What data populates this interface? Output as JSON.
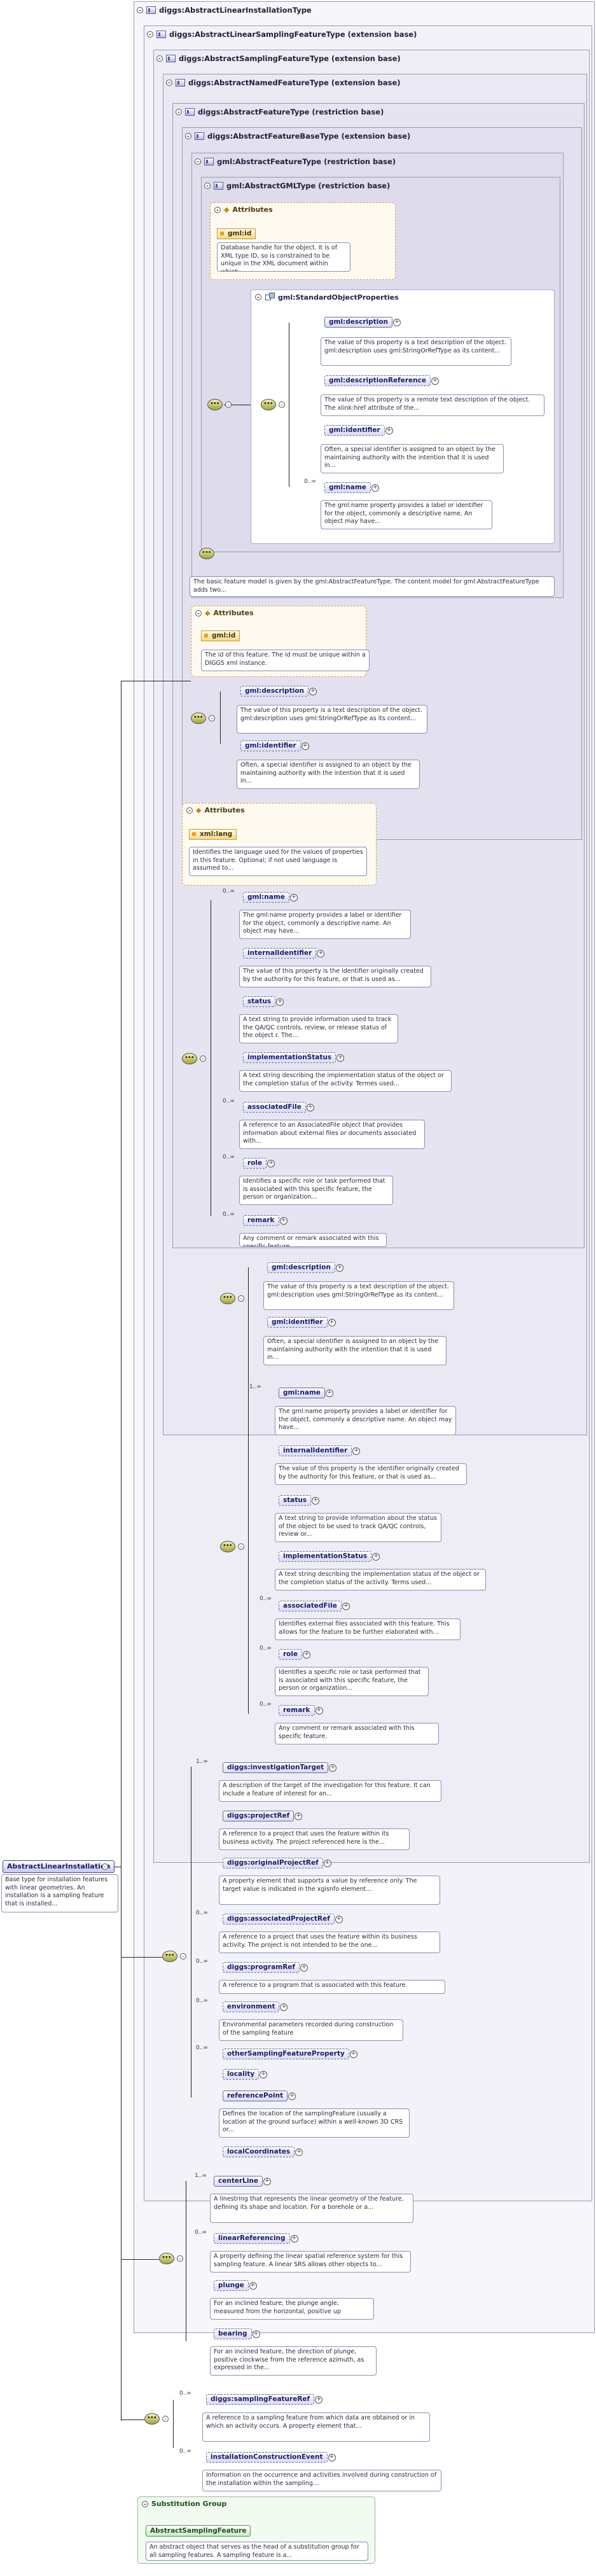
{
  "frames": [
    {
      "title": "diggs:AbstractLinearInstallationType"
    },
    {
      "title": "diggs:AbstractLinearSamplingFeatureType (extension base)"
    },
    {
      "title": "diggs:AbstractSamplingFeatureType (extension base)"
    },
    {
      "title": "diggs:AbstractNamedFeatureType (extension base)"
    },
    {
      "title": "diggs:AbstractFeatureType (restriction base)"
    },
    {
      "title": "diggs:AbstractFeatureBaseType (extension base)"
    },
    {
      "title": "gml:AbstractFeatureType (restriction base)"
    },
    {
      "title": "gml:AbstractGMLType (restriction base)"
    }
  ],
  "gml_section": {
    "attributes_label": "Attributes",
    "gml_id": "gml:id",
    "gml_id_doc": "Database handle for the object. It is of XML type ID, so is constrained to be unique in the XML document within which...",
    "standard_props": "gml:StandardObjectProperties",
    "items": [
      {
        "name": "gml:description",
        "doc": "The value of this property is a text description of the object. gml:description uses gml:StringOrRefType as its content..."
      },
      {
        "name": "gml:descriptionReference",
        "doc": "The value of this property is a remote text description of the object. The xlink:href attribute of the..."
      },
      {
        "name": "gml:identifier",
        "doc": "Often, a special identifier is assigned to an object by the maintaining authority with the intention that it is used in..."
      },
      {
        "name": "gml:name",
        "card": "0..∞",
        "doc": "The gml:name property provides a label or identifier for the object, commonly a descriptive name. An object may have..."
      }
    ],
    "feature_doc": "The basic feature model is given by the gml:AbstractFeatureType. The content model for gml:AbstractFeatureType adds two..."
  },
  "base_section": {
    "attributes_label": "Attributes",
    "gml_id": "gml:id",
    "gml_id_doc": "The id of this feature. The id must be unique within a DIGGS xml instance.",
    "items": [
      {
        "name": "gml:description",
        "doc": "The value of this property is a text description of the object. gml:description uses gml:StringOrRefType as its content..."
      },
      {
        "name": "gml:identifier",
        "doc": "Often, a special identifier is assigned to an object by the maintaining authority with the intention that it is used in..."
      }
    ]
  },
  "feature_section": {
    "attributes_label": "Attributes",
    "xml_lang": "xml:lang",
    "xml_lang_doc": "Identifies the language used for the values of properties in this feature. Optional; if not used language is assumed to...",
    "items": [
      {
        "name": "gml:name",
        "card": "0..∞",
        "doc": "The gml:name property provides a label or identifier for the object, commonly a descriptive name. An object may have..."
      },
      {
        "name": "internalIdentifier",
        "doc": "The value of this property is the identifier originally created by the authority for this feature, or that is used as..."
      },
      {
        "name": "status",
        "doc": "A text string to provide information used to track the QA/QC controls, review, or release status of the object r. The..."
      },
      {
        "name": "implementationStatus",
        "doc": "A text string describing the implementation status of the object or the completion status of the activity. Termes used..."
      },
      {
        "name": "associatedFile",
        "card": "0..∞",
        "doc": "A reference to an AssociatedFile object that provides information about external files or documents associated with..."
      },
      {
        "name": "role",
        "card": "0..∞",
        "doc": "Identifies a specific role or task performed that is associated with this specific feature, the person or organization..."
      },
      {
        "name": "remark",
        "card": "0..∞",
        "doc": "Any comment or remark associated with this specific feature."
      }
    ]
  },
  "named_section": {
    "items": [
      {
        "name": "gml:description",
        "doc": "The value of this property is a text description of the object. gml:description uses gml:StringOrRefType as its content..."
      },
      {
        "name": "gml:identifier",
        "doc": "Often, a special identifier is assigned to an object by the maintaining authority with the intention that it is used in..."
      },
      {
        "name": "gml:name",
        "card": "1..∞",
        "doc": "The gml:name property provides a label or identifier for the object, commonly a descriptive name. An object may have..."
      },
      {
        "name": "internalIdentifier",
        "doc": "The value of this property is the identifier originally created by the authority for this feature, or that is used as..."
      },
      {
        "name": "status",
        "doc": "A text string to provide information about the status of the object to be used to track QA/QC controls, review or..."
      },
      {
        "name": "implementationStatus",
        "doc": "A text string describing the implementation status of the object or the completion status of the activity. Terms used..."
      },
      {
        "name": "associatedFile",
        "card": "0..∞",
        "doc": "Identifies external files associated with this feature. This allows for the feature to be further elaborated with..."
      },
      {
        "name": "role",
        "card": "0..∞",
        "doc": "Identifies a specific role or task performed that is associated with this specific feature, the person or organization..."
      },
      {
        "name": "remark",
        "card": "0..∞",
        "doc": "Any comment or remark associated with this specific feature."
      }
    ]
  },
  "sampling_section": {
    "items": [
      {
        "name": "diggs:investigationTarget",
        "card": "1..∞",
        "doc": "A description of the target of the investigation for this feature. It can include a feature of interest for an..."
      },
      {
        "name": "diggs:projectRef",
        "doc": "A reference to a project that uses the feature within its business activity. The project referenced here is the..."
      },
      {
        "name": "diggs:originalProjectRef",
        "doc": "A property element that supports a value by reference only. The target value is indicated in the xgisnfo element..."
      },
      {
        "name": "diggs:associatedProjectRef",
        "card": "0..∞",
        "doc": "A reference to a project that uses the feature within its business activity. The project is not intended to be the one..."
      },
      {
        "name": "diggs:programRef",
        "card": "0..∞",
        "doc": "A reference to a program that is associated with this feature."
      },
      {
        "name": "environment",
        "card": "0..∞",
        "doc": "Environmental parameters recorded during construction of the sampling feature"
      },
      {
        "name": "otherSamplingFeatureProperty",
        "card": "0..∞",
        "doc": ""
      },
      {
        "name": "locality",
        "doc": ""
      },
      {
        "name": "referencePoint",
        "doc": "Defines the location of the samplingFeature (usually a location at the ground surface) within a well-known 3D CRS or..."
      },
      {
        "name": "localCoordinates",
        "doc": ""
      }
    ]
  },
  "linear_section": {
    "items": [
      {
        "name": "centerLine",
        "card": "1..∞",
        "doc": "A linestring that represents the linear geometry of the feature, defining its shape and location. For a borehole or a..."
      },
      {
        "name": "linearReferencing",
        "card": "0..∞",
        "doc": "A property defining the linear spatial reference system for this sampling feature. A linear SRS allows other objects to..."
      },
      {
        "name": "plunge",
        "doc": "For an inclined feature, the plunge angle, measured from the horizontal, positive up"
      },
      {
        "name": "bearing",
        "doc": "For an inclined feature, the direction of plunge, positive clockwise from the reference azimuth, as expressed in the..."
      }
    ]
  },
  "installation_section": {
    "items": [
      {
        "name": "diggs:samplingFeatureRef",
        "card": "0..∞",
        "doc": "A reference to a sampling feature from which data are obtained or in which an activity occurs. A property element that..."
      },
      {
        "name": "installationConstructionEvent",
        "card": "0..∞",
        "doc": "Information on the occurrence and activities involved during construction of the installation within the sampling..."
      }
    ]
  },
  "root": {
    "name": "AbstractLinearInstallation",
    "doc": "Base type for installation features with linear geometries. An installation is a sampling feature that is installed..."
  },
  "substitution": {
    "title": "Substitution Group",
    "element": "AbstractSamplingFeature",
    "doc": "An abstract object that serves as the head of a substitution group for all sampling features. A sampling feature is a..."
  }
}
